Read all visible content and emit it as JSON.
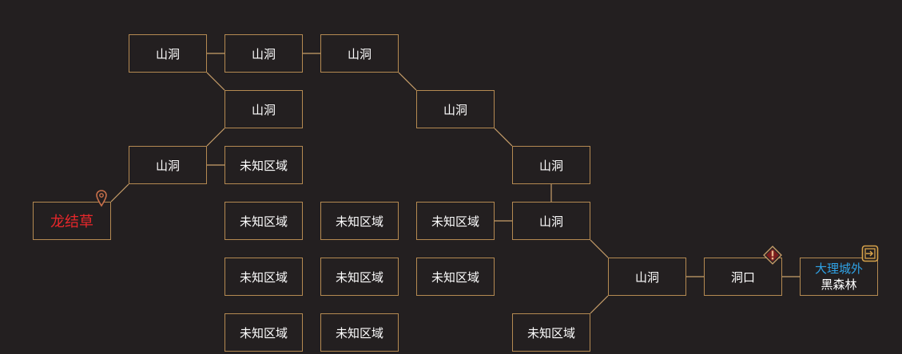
{
  "map": {
    "colors": {
      "background": "#231f20",
      "node_border": "#b58a52",
      "link": "#c9a06a",
      "current_text": "#e8272b",
      "exit_sub_text": "#2fa2e6",
      "pin": "#c8704a",
      "warning_fill": "#7b1d1d"
    },
    "current_location": "龙结草",
    "nodes": {
      "cave_1": "山洞",
      "cave_2": "山洞",
      "cave_3": "山洞",
      "cave_4": "山洞",
      "cave_5": "山洞",
      "cave_6": "山洞",
      "cave_7": "山洞",
      "cave_8": "山洞",
      "cave_9": "山洞",
      "unknown_1": "未知区域",
      "unknown_2": "未知区域",
      "unknown_3": "未知区域",
      "unknown_4": "未知区域",
      "unknown_5": "未知区域",
      "unknown_6": "未知区域",
      "unknown_7": "未知区域",
      "unknown_8": "未知区域",
      "unknown_9": "未知区域",
      "cave_entrance": "洞口"
    },
    "exit": {
      "region": "大理城外",
      "name": "黑森林"
    },
    "icons": {
      "pin": "location-pin-icon",
      "exit": "exit-door-icon",
      "warning": "warning-diamond-icon"
    }
  }
}
